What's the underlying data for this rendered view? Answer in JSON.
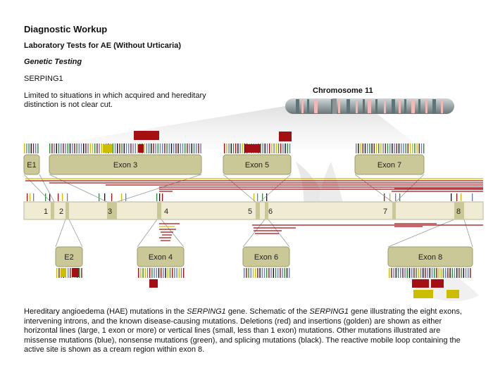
{
  "header": {
    "title": "Diagnostic Workup",
    "subtitle": "Laboratory Tests for AE (Without Urticaria)",
    "section": "Genetic Testing",
    "gene": "SERPING1",
    "note": "Limited to situations in which acquired and hereditary distinction is not clear cut."
  },
  "chromosome": {
    "label": "Chromosome 11"
  },
  "gene_bar": {
    "exon_numbers": [
      "1",
      "2",
      "3",
      "4",
      "5",
      "6",
      "7",
      "8"
    ]
  },
  "callouts": {
    "top": [
      "E1",
      "Exon 3",
      "Exon 5",
      "Exon 7"
    ],
    "bottom": [
      "E2",
      "Exon 4",
      "Exon 6",
      "Exon 8"
    ]
  },
  "legend_colors": {
    "deletion": "#a30f12",
    "insertion": "#cdbd00",
    "missense": "#6b7fb5",
    "nonsense": "#2e8b3c",
    "splicing": "#111111",
    "cream": "#efecd3",
    "exon_box": "#c9c896"
  },
  "caption": {
    "p1": "Hereditary angioedema (HAE) mutations in the ",
    "gene1": "SERPING1",
    "p2": " gene. Schematic of the ",
    "gene2": "SERPING1",
    "p3": " gene illustrating the eight exons, intervening introns, and the known disease-causing mutations. Deletions (red) and insertions (golden) are shown as either horizontal lines (large, 1 exon or more) or vertical lines (small, less than 1 exon) mutations. Other mutations illustrated are missense mutations (blue), nonsense mutations (green), and splicing mutations (black). The reactive mobile loop containing the active site is shown as a cream region within exon 8."
  }
}
